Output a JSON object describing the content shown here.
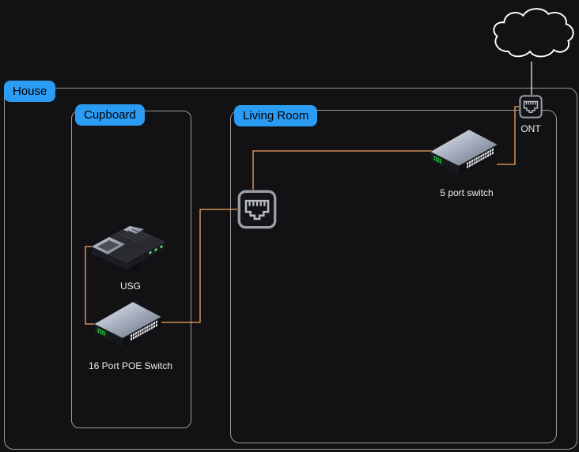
{
  "diagram": {
    "type": "home-network-topology",
    "colors": {
      "background": "#121214",
      "container_border": "#9a9a9c",
      "zone_label_bg": "#2b9cf3",
      "zone_label_text": "#000000",
      "device_caption_text": "#ededed",
      "connector_orange": "#f5a55a",
      "connector_white": "#d9d9d9",
      "cloud_outline": "#ffffff",
      "led_green": "#3ce24e"
    },
    "containers": [
      {
        "id": "house",
        "label": "House"
      },
      {
        "id": "cupboard",
        "label": "Cupboard"
      },
      {
        "id": "living_room",
        "label": "Living Room"
      }
    ],
    "devices": [
      {
        "id": "cloud",
        "type": "internet-cloud",
        "label": ""
      },
      {
        "id": "ont",
        "type": "ethernet-wall-jack",
        "label": "ONT"
      },
      {
        "id": "five_port_switch",
        "type": "network-switch",
        "label": "5 port switch"
      },
      {
        "id": "living_room_jack",
        "type": "ethernet-wall-jack",
        "label": ""
      },
      {
        "id": "usg",
        "type": "security-gateway",
        "label": "USG"
      },
      {
        "id": "poe_switch",
        "type": "network-switch",
        "label": "16 Port POE Switch"
      }
    ],
    "connections": [
      {
        "from": "cloud",
        "to": "ont",
        "style": "white"
      },
      {
        "from": "ont",
        "to": "five_port_switch",
        "style": "orange"
      },
      {
        "from": "five_port_switch",
        "to": "living_room_jack",
        "style": "orange"
      },
      {
        "from": "living_room_jack",
        "to": "poe_switch",
        "style": "orange"
      },
      {
        "from": "poe_switch",
        "to": "usg",
        "style": "orange"
      }
    ]
  }
}
